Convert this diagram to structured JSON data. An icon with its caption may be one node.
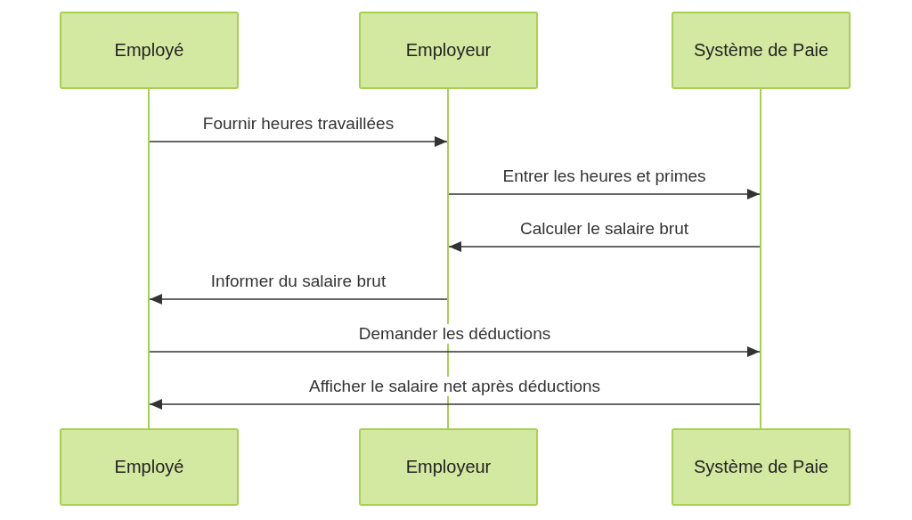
{
  "diagram": {
    "nodes": [
      {
        "text": [
          "Employé"
        ]
      },
      {
        "text": [
          "Employeur"
        ]
      },
      {
        "text": [
          "Système de Paie"
        ]
      },
      {
        "text": [],
        "shape": "bar"
      },
      {
        "text": [],
        "shape": "bar"
      },
      {
        "text": [],
        "shape": "bar"
      },
      {
        "text": [
          "Employé"
        ]
      },
      {
        "text": [
          "Employeur"
        ]
      },
      {
        "text": [
          "Système de Paie"
        ]
      }
    ],
    "edges": [
      {
        "from": 3,
        "to": 4,
        "arrow": "to",
        "label": "Fournir heures travaillées"
      },
      {
        "from": 4,
        "to": 5,
        "arrow": "to",
        "label": "Entrer les heures et primes"
      },
      {
        "from": 5,
        "to": 4,
        "arrow": "to",
        "label": "Calculer le salaire brut"
      },
      {
        "from": 4,
        "to": 3,
        "arrow": "to",
        "label": "Informer du salaire brut"
      },
      {
        "from": 3,
        "to": 5,
        "arrow": "to",
        "label": "Demander les déductions"
      },
      {
        "from": 5,
        "to": 3,
        "arrow": "to",
        "label": "Afficher le salaire net après déductions"
      }
    ]
  }
}
